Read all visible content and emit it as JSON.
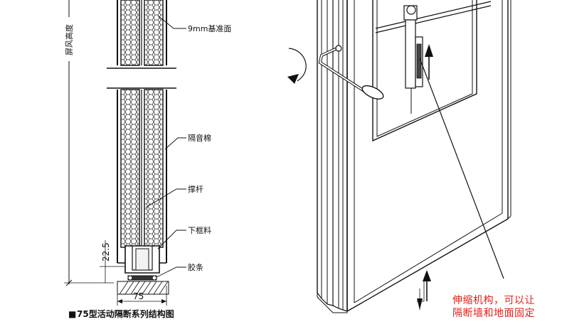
{
  "section": {
    "height_label": "屏风高度",
    "labels": {
      "base_surface": "9mm基准面",
      "sound_insulation": "隔音棉",
      "brace": "撑杆",
      "bottom_frame": "下框料",
      "rubber_strip": "胶条"
    },
    "dim_vertical": "22.5",
    "dim_horizontal": "75",
    "caption_square": "■",
    "caption": "75型活动隔断系列结构图"
  },
  "perspective": {
    "note_line1": "伸缩机构，可以让",
    "note_line2": "隔断墙和地面固定",
    "note_color": "#e0201a"
  }
}
